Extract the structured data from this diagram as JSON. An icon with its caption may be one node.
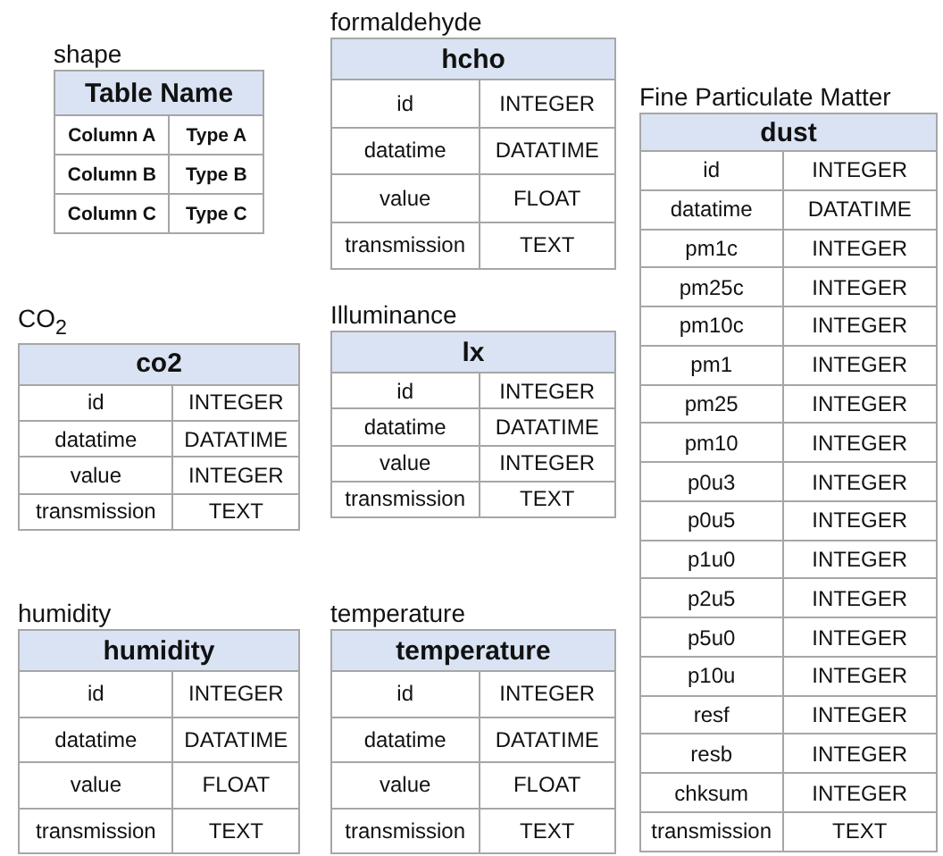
{
  "diagram": {
    "nodes": [
      {
        "text": [
          "shape",
          "Table Name",
          "Column A",
          "Type A",
          "Column B",
          "Type B",
          "Column C",
          "Type C"
        ]
      },
      {
        "text": [
          "formaldehyde",
          "hcho",
          "id",
          "INTEGER",
          "datatime",
          "DATATIME",
          "value",
          "FLOAT",
          "transmission",
          "TEXT"
        ]
      },
      {
        "text": [
          "Fine Particulate Matter",
          "dust",
          "id",
          "INTEGER",
          "datatime",
          "DATATIME",
          "pm1c",
          "INTEGER",
          "pm25c",
          "INTEGER",
          "pm10c",
          "INTEGER",
          "pm1",
          "INTEGER",
          "pm25",
          "INTEGER",
          "pm10",
          "INTEGER",
          "p0u3",
          "INTEGER",
          "p0u5",
          "INTEGER",
          "p1u0",
          "INTEGER",
          "p2u5",
          "INTEGER",
          "p5u0",
          "INTEGER",
          "p10u",
          "INTEGER",
          "resf",
          "INTEGER",
          "resb",
          "INTEGER",
          "chksum",
          "INTEGER",
          "transmission",
          "TEXT"
        ]
      },
      {
        "text": [
          "CO$_{2}$",
          "co2",
          "id",
          "INTEGER",
          "datatime",
          "DATATIME",
          "value",
          "INTEGER",
          "transmission",
          "TEXT"
        ]
      },
      {
        "text": [
          "Illuminance",
          "lx",
          "id",
          "INTEGER",
          "datatime",
          "DATATIME",
          "value",
          "INTEGER",
          "transmission",
          "TEXT"
        ]
      },
      {
        "text": [
          "humidity",
          "humidity",
          "id",
          "INTEGER",
          "datatime",
          "DATATIME",
          "value",
          "FLOAT",
          "transmission",
          "TEXT"
        ]
      },
      {
        "text": [
          "temperature",
          "temperature",
          "id",
          "INTEGER",
          "datatime",
          "DATATIME",
          "value",
          "FLOAT",
          "transmission",
          "TEXT"
        ]
      }
    ]
  }
}
